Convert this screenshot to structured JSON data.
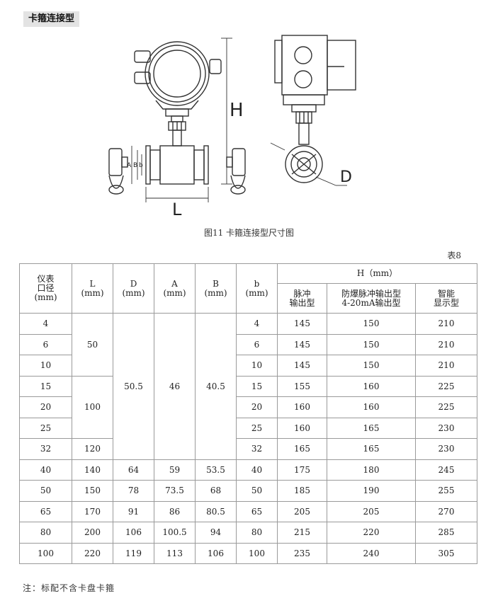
{
  "section_title": "卡箍连接型",
  "figure": {
    "label_H": "H",
    "label_L": "L",
    "label_D": "D",
    "label_A": "A",
    "label_B": "B",
    "label_b": "b"
  },
  "caption": "图11 卡箍连接型尺寸图",
  "table_no": "表8",
  "table": {
    "headers": {
      "caliber": "仪表口径(mm)",
      "L": "L\n(mm)",
      "D": "D\n(mm)",
      "A": "A\n(mm)",
      "B": "B\n(mm)",
      "b": "b\n(mm)",
      "H_group": "H（mm）",
      "H_pulse": "脉冲\n输出型",
      "H_ex": "防爆脉冲输出型\n4-20mA输出型",
      "H_display": "智能\n显示型"
    },
    "caliber_line1": "仪表",
    "caliber_line2": "口径",
    "caliber_line3": "(mm)",
    "rows": [
      {
        "dn": "4",
        "L": "50",
        "D": "50.5",
        "A": "46",
        "B": "40.5",
        "b": "4",
        "h1": "145",
        "h2": "150",
        "h3": "210"
      },
      {
        "dn": "6",
        "L": "",
        "D": "",
        "A": "",
        "B": "",
        "b": "6",
        "h1": "145",
        "h2": "150",
        "h3": "210"
      },
      {
        "dn": "10",
        "L": "",
        "D": "",
        "A": "",
        "B": "",
        "b": "10",
        "h1": "145",
        "h2": "150",
        "h3": "210"
      },
      {
        "dn": "15",
        "L": "100",
        "D": "",
        "A": "",
        "B": "",
        "b": "15",
        "h1": "155",
        "h2": "160",
        "h3": "225"
      },
      {
        "dn": "20",
        "L": "",
        "D": "",
        "A": "",
        "B": "",
        "b": "20",
        "h1": "160",
        "h2": "160",
        "h3": "225"
      },
      {
        "dn": "25",
        "L": "",
        "D": "",
        "A": "",
        "B": "",
        "b": "25",
        "h1": "160",
        "h2": "165",
        "h3": "230"
      },
      {
        "dn": "32",
        "L": "120",
        "D": "",
        "A": "",
        "B": "",
        "b": "32",
        "h1": "165",
        "h2": "165",
        "h3": "230"
      },
      {
        "dn": "40",
        "L": "140",
        "D": "64",
        "A": "59",
        "B": "53.5",
        "b": "40",
        "h1": "175",
        "h2": "180",
        "h3": "245"
      },
      {
        "dn": "50",
        "L": "150",
        "D": "78",
        "A": "73.5",
        "B": "68",
        "b": "50",
        "h1": "185",
        "h2": "190",
        "h3": "255"
      },
      {
        "dn": "65",
        "L": "170",
        "D": "91",
        "A": "86",
        "B": "80.5",
        "b": "65",
        "h1": "205",
        "h2": "205",
        "h3": "270"
      },
      {
        "dn": "80",
        "L": "200",
        "D": "106",
        "A": "100.5",
        "B": "94",
        "b": "80",
        "h1": "215",
        "h2": "220",
        "h3": "285"
      },
      {
        "dn": "100",
        "L": "220",
        "D": "119",
        "A": "113",
        "B": "106",
        "b": "100",
        "h1": "235",
        "h2": "240",
        "h3": "305"
      }
    ]
  },
  "note": "注：标配不含卡盘卡箍"
}
